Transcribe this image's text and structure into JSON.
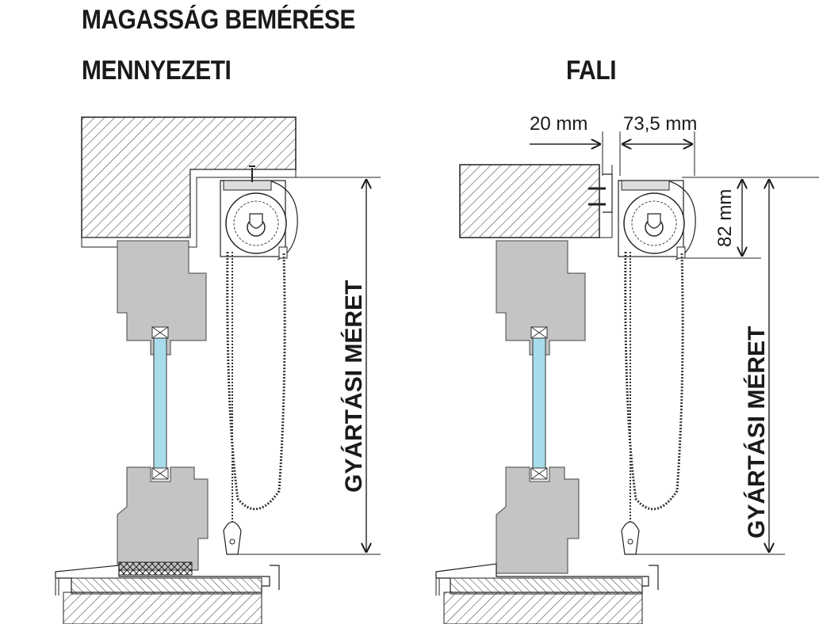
{
  "title": "MAGASSÁG BEMÉRÉSE",
  "sections": {
    "ceiling": {
      "label": "MENNYEZETI",
      "dimension_label": "GYÁRTÁSI MÉRET"
    },
    "wall": {
      "label": "FALI",
      "dimension_label": "GYÁRTÁSI MÉRET",
      "dim_gap": "20 mm",
      "dim_width": "73,5 mm",
      "dim_height": "82 mm"
    }
  },
  "colors": {
    "glass": "#a8dcea",
    "frame": "#c4c4c4",
    "line": "#1a1a1a"
  }
}
